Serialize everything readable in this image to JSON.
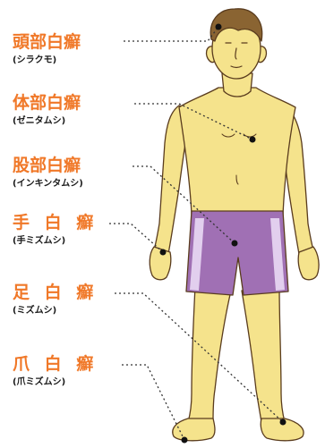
{
  "colors": {
    "label_orange": "#f07828",
    "skin": "#f5e38c",
    "skin_outline": "#5a3c1e",
    "hair": "#8a6432",
    "shorts": "#a070b4",
    "shorts_stripe": "#e2cfee",
    "leader_line": "#333333"
  },
  "labels": [
    {
      "name": "頭部白癬",
      "reading": "(シラクモ)"
    },
    {
      "name": "体部白癬",
      "reading": "(ゼニタムシ)"
    },
    {
      "name": "股部白癬",
      "reading": "(インキンタムシ)"
    },
    {
      "name": "手 白 癬",
      "reading": "(手ミズムシ)"
    },
    {
      "name": "足 白 癬",
      "reading": "(ミズムシ)"
    },
    {
      "name": "爪 白 癬",
      "reading": "(爪ミズムシ)"
    }
  ]
}
